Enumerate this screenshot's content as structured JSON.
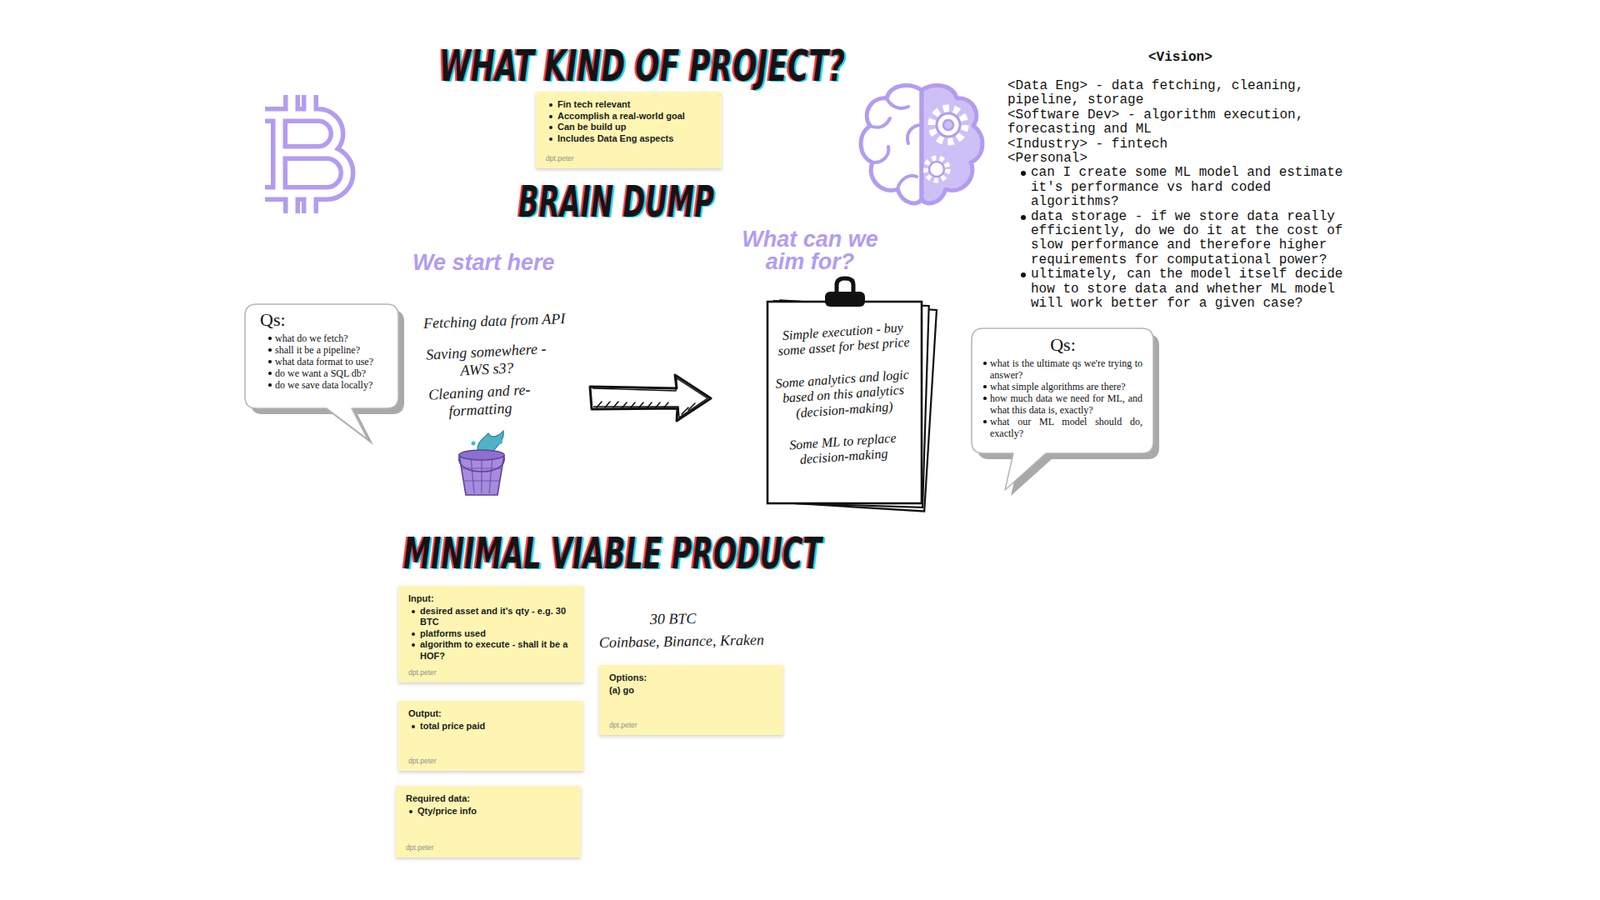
{
  "diagram": {
    "nodes": [
      {
        "text": [
          "Fin tech relevant",
          "Accomplish a real-world goal",
          "Can be build up",
          "Includes Data Eng aspects",
          "dpt.peter"
        ]
      },
      {
        "text": [
          "Qs:",
          "what do we fetch?",
          "shall it be a pipeline?",
          "what data format to use?",
          "do we want a SQL db?",
          "do we save data locally?"
        ]
      },
      {
        "text": [
          "Simple execution - buy some asset for best price",
          "Some analytics and logic based on this analytics (decision-making)",
          "Some ML to replace decision-making"
        ]
      },
      {
        "text": [
          "Qs:",
          "what is the ultimate qs we're trying to answer?",
          "what simple algorithms are there?",
          "how much data we need for ML, and what this data is, exactly?",
          "what our ML model should do, exactly?"
        ]
      },
      {
        "text": [
          "Input:",
          "desired asset and it's qty - e.g. 30 BTC",
          "platforms used",
          "algorithm to execute - shall it be a HOF?",
          "dpt.peter"
        ]
      },
      {
        "text": [
          "Output:",
          "total price paid",
          "dpt.peter"
        ]
      },
      {
        "text": [
          "Required data:",
          "Qty/price info",
          "dpt.peter"
        ]
      },
      {
        "text": [
          "Options:",
          "(a) go",
          "dpt.peter"
        ]
      }
    ],
    "labels": [
      "WHAT KIND OF PROJECT?",
      "BRAIN DUMP",
      "We start here",
      "What can we aim for?",
      "Fetching data from API",
      "Saving somewhere - AWS s3?",
      "Cleaning and re-formatting",
      "<Vision>",
      "<Data Eng> - data fetching, cleaning, pipeline, storage",
      "<Software Dev> - algorithm execution, forecasting and ML",
      "<Industry> - fintech",
      "<Personal>",
      "can I create some ML model and estimate it's performance vs hard coded algorithms?",
      "data storage - if we store data really efficiently, do we do it at the cost of slow performance and therefore higher requirements for computational power?",
      "ultimately, can the model itself decide how to store data and whether ML model will work better for a given case?",
      "MINIMAL VIABLE PRODUCT",
      "30 BTC",
      "Coinbase, Binance, Kraken"
    ]
  }
}
